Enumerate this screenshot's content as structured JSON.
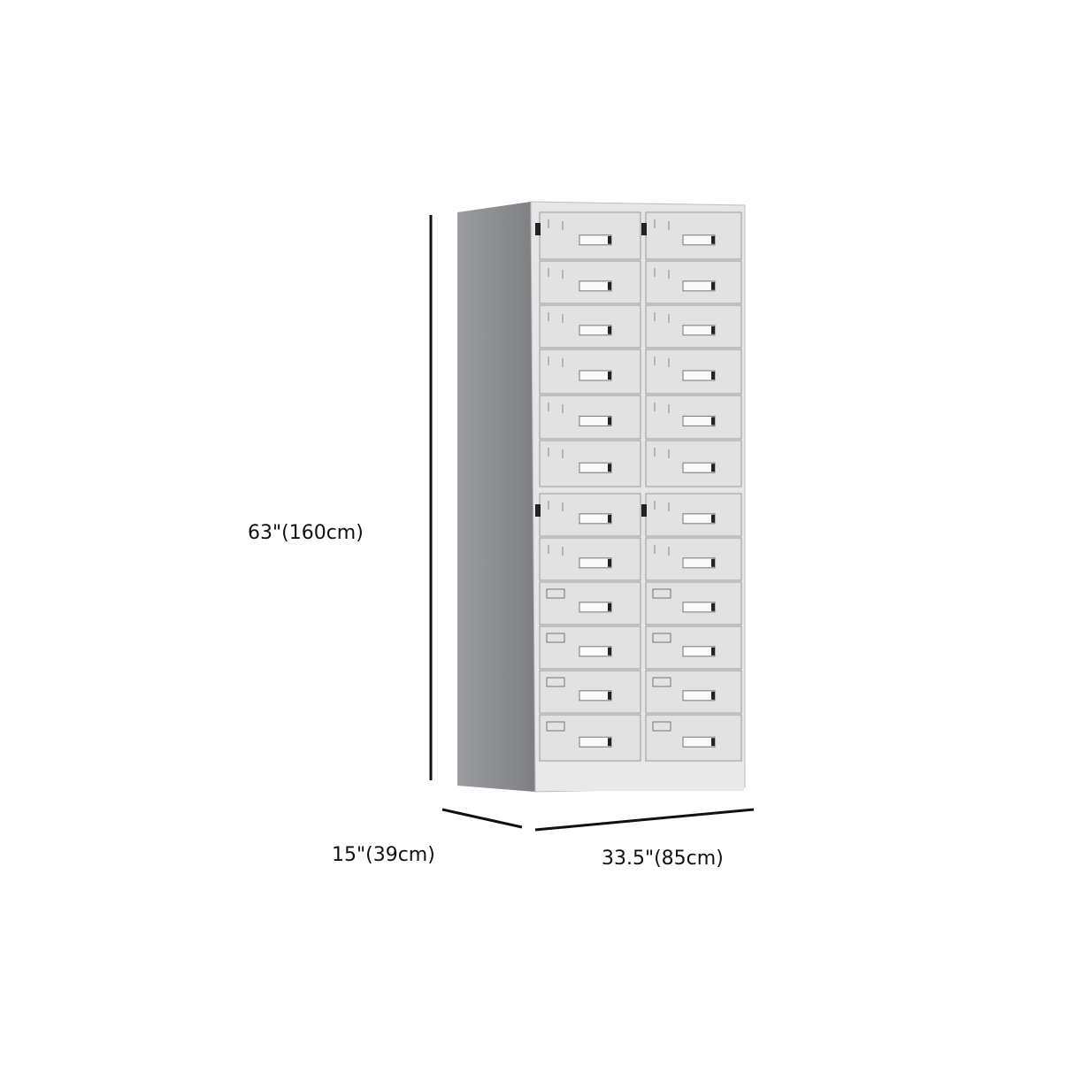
{
  "dimensions": {
    "height": "63\"(160cm)",
    "depth": "15\"(39cm)",
    "width": "33.5\"(85cm)"
  },
  "product": {
    "drawer_columns": 2,
    "drawer_rows": 12,
    "colors": {
      "front": "#e4e4e4",
      "side": "#8e9093",
      "line": "#111111"
    }
  }
}
